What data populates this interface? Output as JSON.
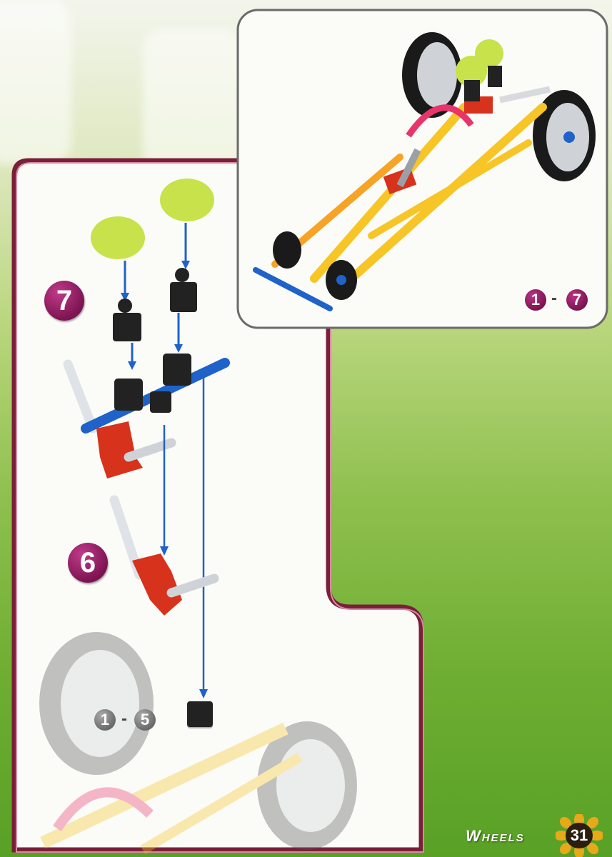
{
  "steps": [
    {
      "number": "7"
    },
    {
      "number": "6"
    }
  ],
  "ref_range_left": {
    "from": "1",
    "to": "5",
    "sep": "-"
  },
  "ref_range_top": {
    "from": "1",
    "to": "7",
    "sep": "-"
  },
  "footer": {
    "title_first": "W",
    "title_rest": "HEELS",
    "page": "31"
  },
  "colors": {
    "panel_border": "#7a1f3a",
    "badge": "#9c2268",
    "connector_blue": "#1f62c9",
    "rod_yellow": "#f7c526",
    "connector_red": "#d6321c",
    "ball_green": "#c7e24a",
    "background_green": "#6fae33"
  }
}
